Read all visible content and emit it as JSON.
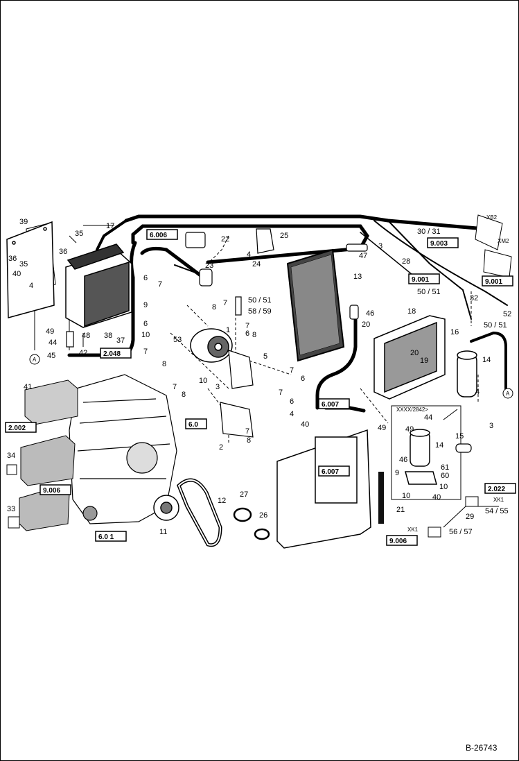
{
  "drawing_number": "B-26743",
  "circle_marker": "A",
  "inset_caption": "XXXX/2842>",
  "connectors": {
    "xb2": "XB2",
    "xm2": "XM2",
    "xk1_top": "XK1",
    "xk1_bottom": "XK1"
  },
  "references": {
    "r6006": "6.006",
    "r9003": "9.003",
    "r9001a": "9.001",
    "r9001b": "9.001",
    "r2048": "2.048",
    "r2002": "2.002",
    "r6007a": "6.007",
    "r6007b": "6.007",
    "r6_mid": "6.0",
    "r9006a": "9.006",
    "r9006b": "9.006",
    "r2022": "2.022",
    "r6001": "6.0 1"
  },
  "labels": {
    "l39": "39",
    "l17": "17",
    "l35a": "35",
    "l36a": "36",
    "l36b": "36",
    "l35b": "35",
    "l40a": "40",
    "l4a": "4",
    "l49a": "49",
    "l44a": "44",
    "l45": "45",
    "l48": "48",
    "l42": "42",
    "l38": "38",
    "l37": "37",
    "l6a": "6",
    "l7a": "7",
    "l9": "9",
    "l6b": "6",
    "l10a": "10",
    "l7b": "7",
    "l8a": "8",
    "l7c": "7",
    "l8b": "8",
    "l22": "22",
    "l4b": "4",
    "l23": "23",
    "l24": "24",
    "l25": "25",
    "l5051a": "50 / 51",
    "l5859": "58 / 59",
    "l8c": "8",
    "l7d": "7",
    "l1": "1",
    "l7e": "7",
    "l6c": "6",
    "l8d": "8",
    "l53": "53",
    "l10b": "10",
    "l3a": "3",
    "l5": "5",
    "l7f": "7",
    "l6d": "6",
    "l7g": "7",
    "l6e": "6",
    "l4c": "4",
    "l40b": "40",
    "l7h": "7",
    "l8e": "8",
    "l2": "2",
    "l41": "41",
    "l34": "34",
    "l33": "33",
    "l11": "11",
    "l12": "12",
    "l27": "27",
    "l26": "26",
    "l3b": "3",
    "l47": "47",
    "l13": "13",
    "l46a": "46",
    "l28": "28",
    "l3031": "30 / 31",
    "l5051b": "50 / 51",
    "l32": "32",
    "l52": "52",
    "l5051c": "50 / 51",
    "l18": "18",
    "l20a": "20",
    "l20b": "20",
    "l19": "19",
    "l16": "16",
    "l14a": "14",
    "l4d": "4",
    "l3c": "3",
    "l15": "15",
    "l49b": "49",
    "l21": "21",
    "l49c": "49",
    "l44b": "44",
    "l14b": "14",
    "l46b": "46",
    "l61": "61",
    "l9b": "9",
    "l60": "60",
    "l10c": "10",
    "l10d": "10",
    "l40c": "40",
    "l29": "29",
    "l5455": "54 / 55",
    "l5657": "56 / 57"
  }
}
